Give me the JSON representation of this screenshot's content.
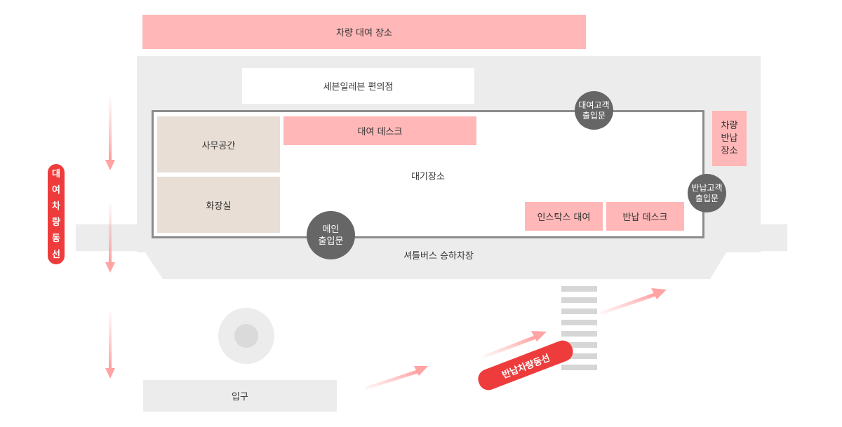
{
  "labels": {
    "rental_area": "차량 대여 장소",
    "convenience_store": "세븐일레븐 편의점",
    "office": "사무공간",
    "restroom": "화장실",
    "rental_desk": "대여 데스크",
    "waiting_area": "대기장소",
    "instax_rental": "인스탁스 대여",
    "return_desk": "반납 데스크",
    "return_area": "차량\n반납\n장소",
    "rental_gate": "대여고객\n출입문",
    "return_gate": "반납고객\n출입문",
    "main_gate": "메인\n출입문",
    "shuttle_stop": "셔틀버스 승하차장",
    "entrance": "입구",
    "rental_flow": "대여차량동선",
    "return_flow": "반납차량동선"
  },
  "colors": {
    "pink_zone": "#ffb7b7",
    "beige_zone": "#e8ded5",
    "gray_zone": "#ececec",
    "gate_circle": "#666666",
    "flow_pill": "#ee3c3c"
  }
}
